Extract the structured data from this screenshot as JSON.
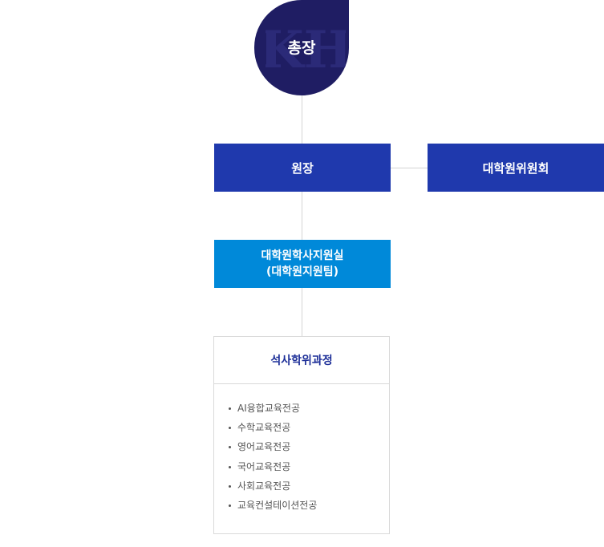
{
  "org_chart": {
    "president": {
      "label": "총장",
      "logo_text": "KH"
    },
    "dean": {
      "label": "원장"
    },
    "committee": {
      "label": "대학원위원회"
    },
    "office": {
      "line1": "대학원학사지원실",
      "line2": "(대학원지원팀)"
    },
    "program": {
      "title": "석사학위과정",
      "majors": [
        "AI융합교육전공",
        "수학교육전공",
        "영어교육전공",
        "국어교육전공",
        "사회교육전공",
        "교육컨설테이션전공"
      ]
    }
  },
  "colors": {
    "president_bg": "#1f1d63",
    "primary_box": "#1f39ad",
    "secondary_box": "#0089d9",
    "program_title": "#1d2f98",
    "connector": "#d4d4d4"
  }
}
